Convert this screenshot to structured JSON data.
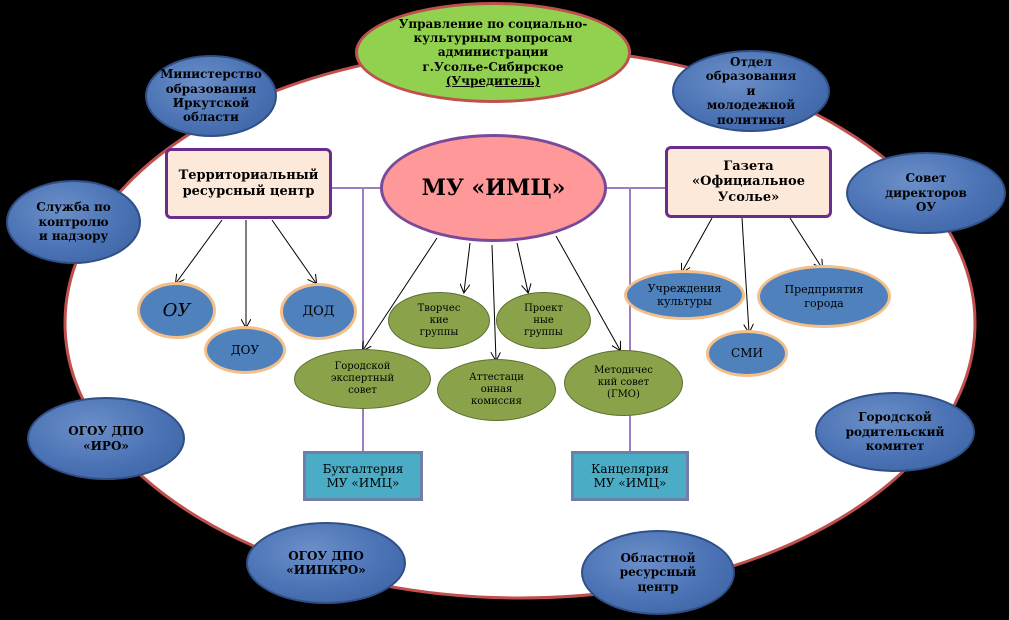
{
  "top_node": {
    "line1": "Управление по социально-",
    "line2": "культурным вопросам",
    "line3": "администрации",
    "line4": "г.Усолье-Сибирское",
    "line5": "(Учредитель)"
  },
  "center_node": "МУ «ИМЦ»",
  "territorial_center": "Территориальный\nресурсный центр",
  "gazette": "Газета\n«Официальное\nУсолье»",
  "outer_nodes": {
    "ministry": "Министерство\nобразования\nИркутской\nобласти",
    "education_dept": "Отдел\nобразования\nи\nмолодежной\nполитики",
    "control_service": "Служба по\nконтролю\nи надзору",
    "directors_council": "Совет\nдиректоров\nОУ",
    "ogou_iro": "ОГОУ ДПО\n«ИРО»",
    "parents_committee": "Городской\nродительский\nкомитет",
    "ogou_iipkro": "ОГОУ ДПО\n«ИИПКРО»",
    "regional_center": "Областной\nресурсный\nцентр"
  },
  "territorial_children": {
    "ou": "ОУ",
    "dou": "ДОУ",
    "dod": "ДОД"
  },
  "gazette_children": {
    "culture": "Учреждения\nкультуры",
    "smi": "СМИ",
    "enterprises": "Предприятия\nгорода"
  },
  "imc_children": {
    "creative": "Творчес\nкие\nгруппы",
    "project": "Проект\nные\nгруппы",
    "expert": "Городской\nэкспертный\nсовет",
    "attestation": "Аттестаци\nонная\nкомиссия",
    "method": "Методичес\nкий совет\n(ГМО)"
  },
  "accounting": "Бухгалтерия\nМУ «ИМЦ»",
  "office": "Канцелярия\nМУ «ИМЦ»",
  "colors": {
    "background": "#000000",
    "big_ellipse_fill": "#ffffff",
    "big_ellipse_border": "#c0504d",
    "blue_node": "#4a72b4",
    "green_top": "#92d050",
    "pink_center": "#ff9999",
    "peach_rect": "#fde9d9",
    "olive_node": "#8aa34a",
    "cyan_box": "#4bacc6",
    "connector_purple": "#9b7fc0"
  }
}
